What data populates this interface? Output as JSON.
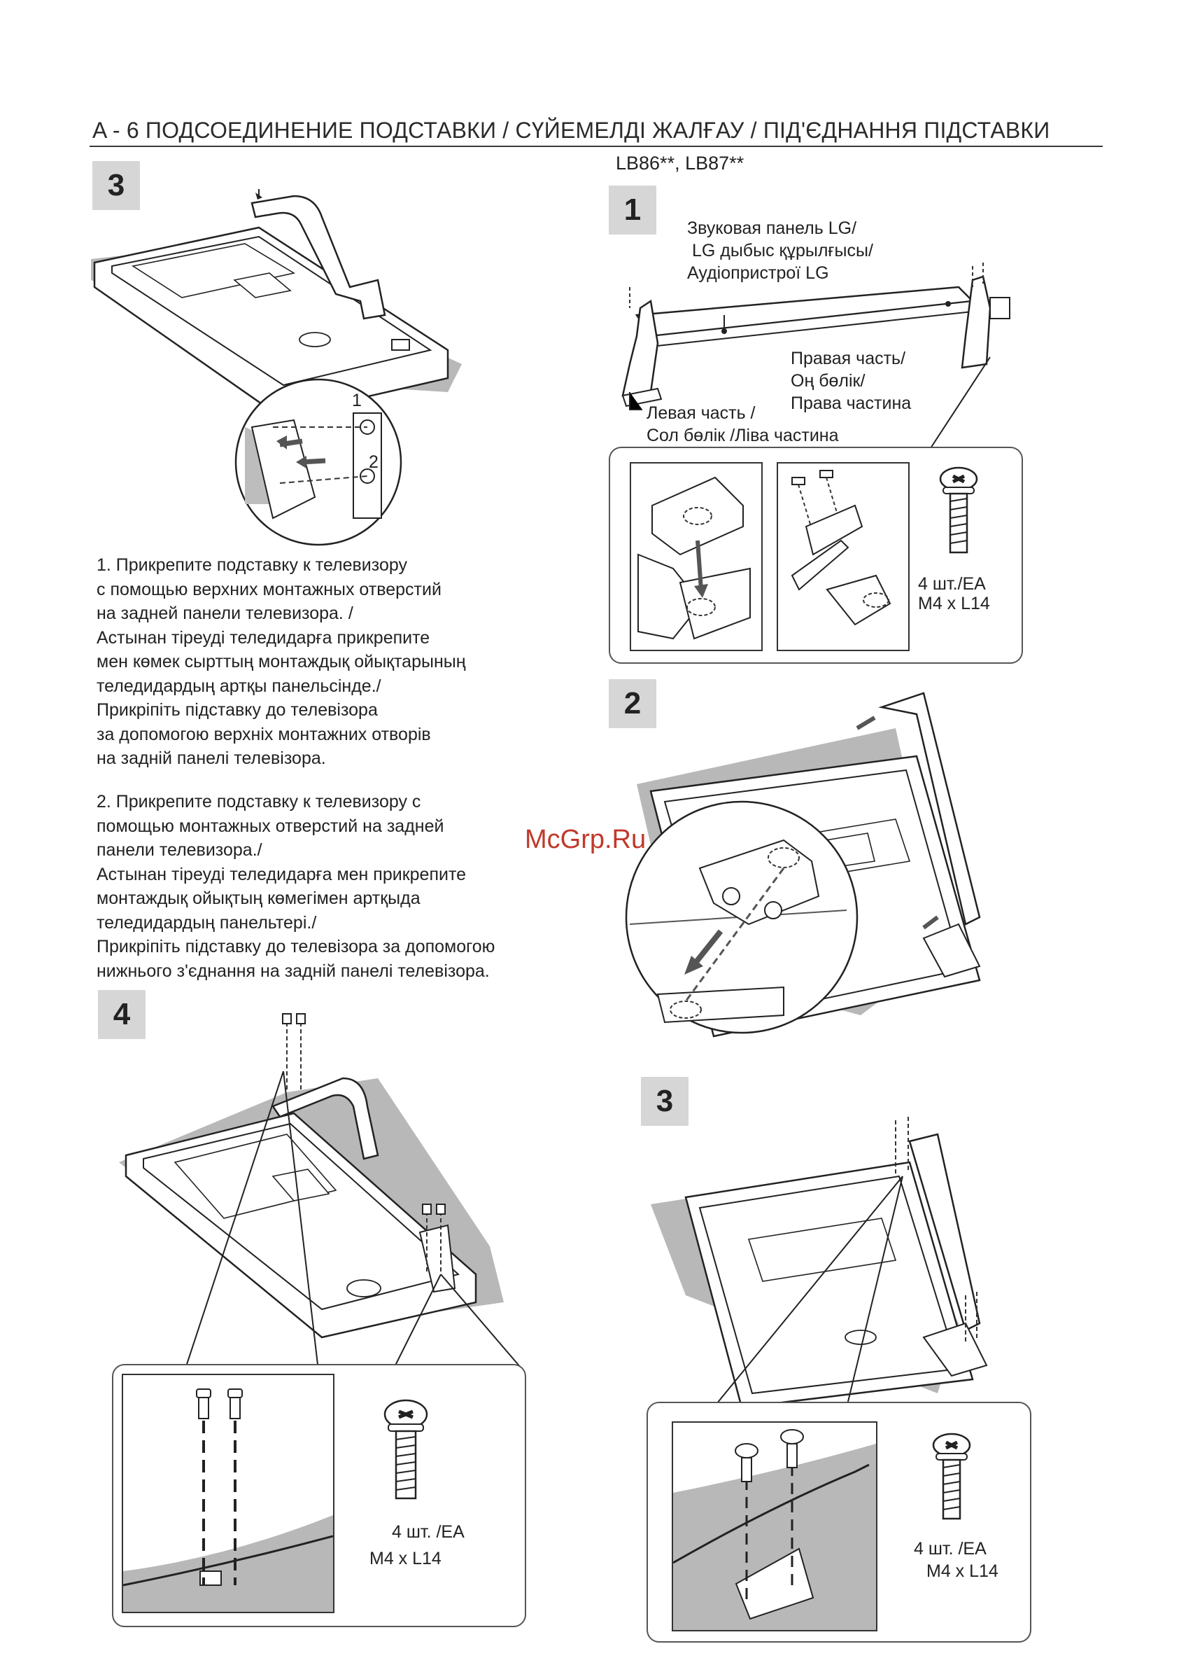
{
  "header": {
    "title": "A - 6   ПОДСОЕДИНЕНИЕ ПОДСТАВКИ / СҮЙЕМЕЛДІ ЖАЛҒАУ / ПІД'ЄДНАННЯ ПІДСТАВКИ"
  },
  "left": {
    "step3": {
      "badge": "3",
      "arrow1": "1",
      "arrow2": "2"
    },
    "instructions": {
      "para1": "1. Прикрепите подставку к телевизору\nс помощью верхних монтажных отверстий\nна задней панели телевизора. /\nАстынан тіреуді теледидарға прикрепите\nмен көмек сырттың монтаждық ойықтарының\nтеледидардың артқы панельсінде./\nПрикріпіть підставку до телевізора\nза допомогою верхніх монтажних отворів\nна задній панелі телевізора.",
      "para2": "2. Прикрепите подставку к телевизору с\nпомощью монтажных отверстий на задней\nпанели телевизора./\nАстынан тіреуді теледидарға мен прикрепите\nмонтаждық ойықтың көмегімен артқыда\nтеледидардың панельтері./\nПрикріпіть підставку до телевізора за допомогою\nнижнього з'єднання на задній панелі телевізора."
    },
    "step4": {
      "badge": "4",
      "screw_qty": "4 шт. /EA",
      "screw_size": "M4 x L14"
    }
  },
  "right": {
    "model": "LB86**, LB87**",
    "step1": {
      "badge": "1",
      "soundbar_label": "Звуковая панель LG/\n LG дыбыс құрылғысы/\nАудіопристрої LG",
      "right_part_label": "Правая часть/\nОң бөлік/\nПрава частина",
      "left_part_label": "Левая часть /\nСол бөлік /Ліва частина",
      "screw_qty": "4 шт./EA",
      "screw_size": "M4 x L14"
    },
    "step2": {
      "badge": "2"
    },
    "step3": {
      "badge": "3",
      "screw_qty": "4 шт. /EA",
      "screw_size": "M4 x L14"
    }
  },
  "watermark": "McGrp.Ru"
}
